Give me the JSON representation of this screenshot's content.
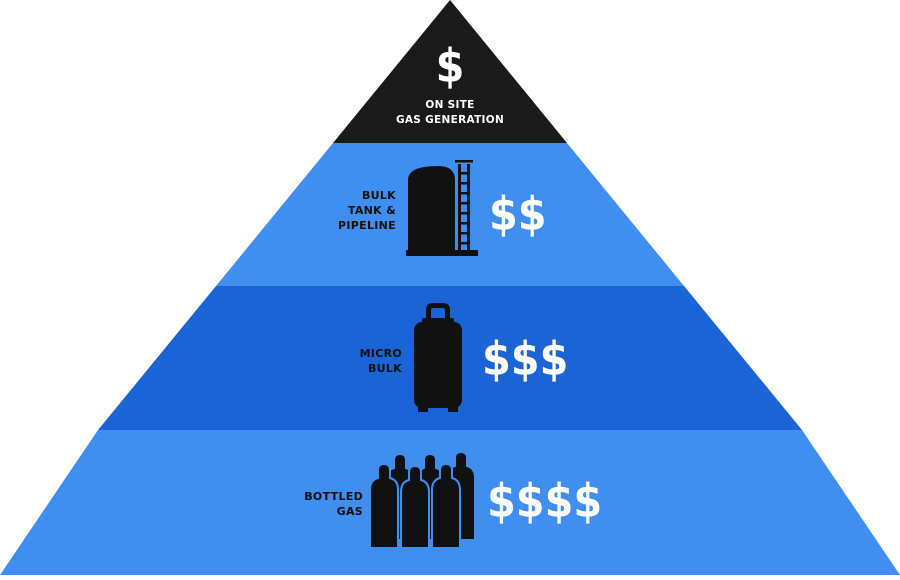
{
  "pyramid": {
    "tiers": [
      {
        "price": "$",
        "label_lines": [
          "ON SITE",
          "GAS GENERATION"
        ],
        "icon": "gas-generator-icon",
        "color": "#1a1a1a"
      },
      {
        "price": "$$",
        "label_lines": [
          "BULK",
          "TANK &",
          "PIPELINE"
        ],
        "icon": "bulk-tank-icon",
        "color": "#3f8ef0"
      },
      {
        "price": "$$$",
        "label_lines": [
          "MICRO",
          "BULK"
        ],
        "icon": "micro-bulk-cylinder-icon",
        "color": "#1b64d6"
      },
      {
        "price": "$$$$",
        "label_lines": [
          "BOTTLED",
          "GAS"
        ],
        "icon": "gas-bottles-icon",
        "color": "#3f8ef0"
      }
    ]
  }
}
